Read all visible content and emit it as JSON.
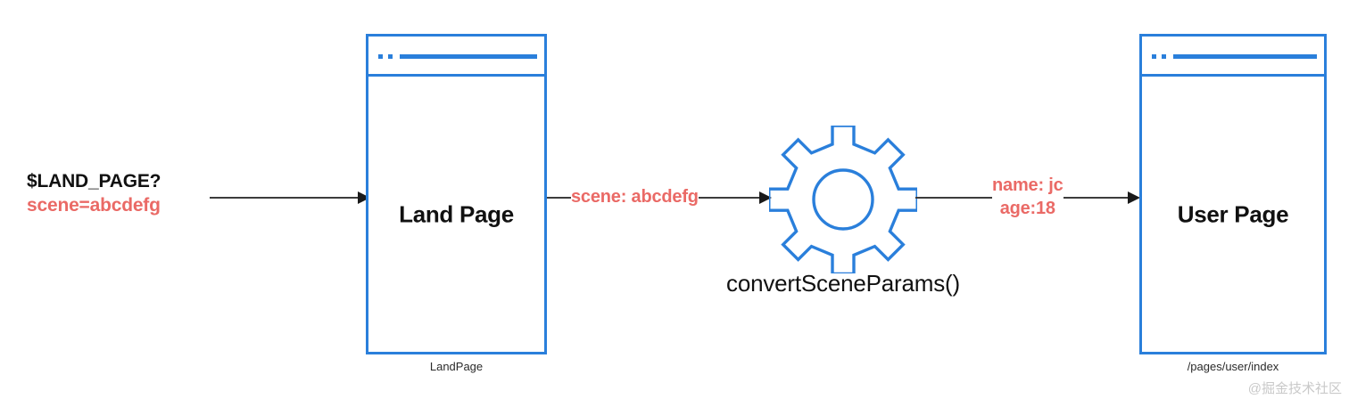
{
  "diagram": {
    "title": "convertSceneParams flow",
    "colors": {
      "window_border": "#2a7fdb",
      "highlight_text": "#ea6a66",
      "body_text": "#111111",
      "arrow": "#3c3c3c",
      "watermark": "#c9c9c9"
    },
    "entry_url": {
      "line1": "$LAND_PAGE?",
      "line2": "scene=abcdefg"
    },
    "nodes": [
      {
        "id": "land-page",
        "type": "browser-window",
        "title": "Land Page",
        "caption": "LandPage"
      },
      {
        "id": "convert-scene-params",
        "type": "gear",
        "label": "convertSceneParams()"
      },
      {
        "id": "user-page",
        "type": "browser-window",
        "title": "User Page",
        "caption": "/pages/user/index"
      }
    ],
    "edges": [
      {
        "id": "url-to-land-page",
        "from": "entry-url",
        "to": "land-page",
        "label": ""
      },
      {
        "id": "land-page-to-gear",
        "from": "land-page",
        "to": "convert-scene-params",
        "label": "scene: abcdefg"
      },
      {
        "id": "gear-to-user-page",
        "from": "convert-scene-params",
        "to": "user-page",
        "label_line1": "name: jc",
        "label_line2": "age:18"
      }
    ],
    "watermark": "@掘金技术社区"
  }
}
